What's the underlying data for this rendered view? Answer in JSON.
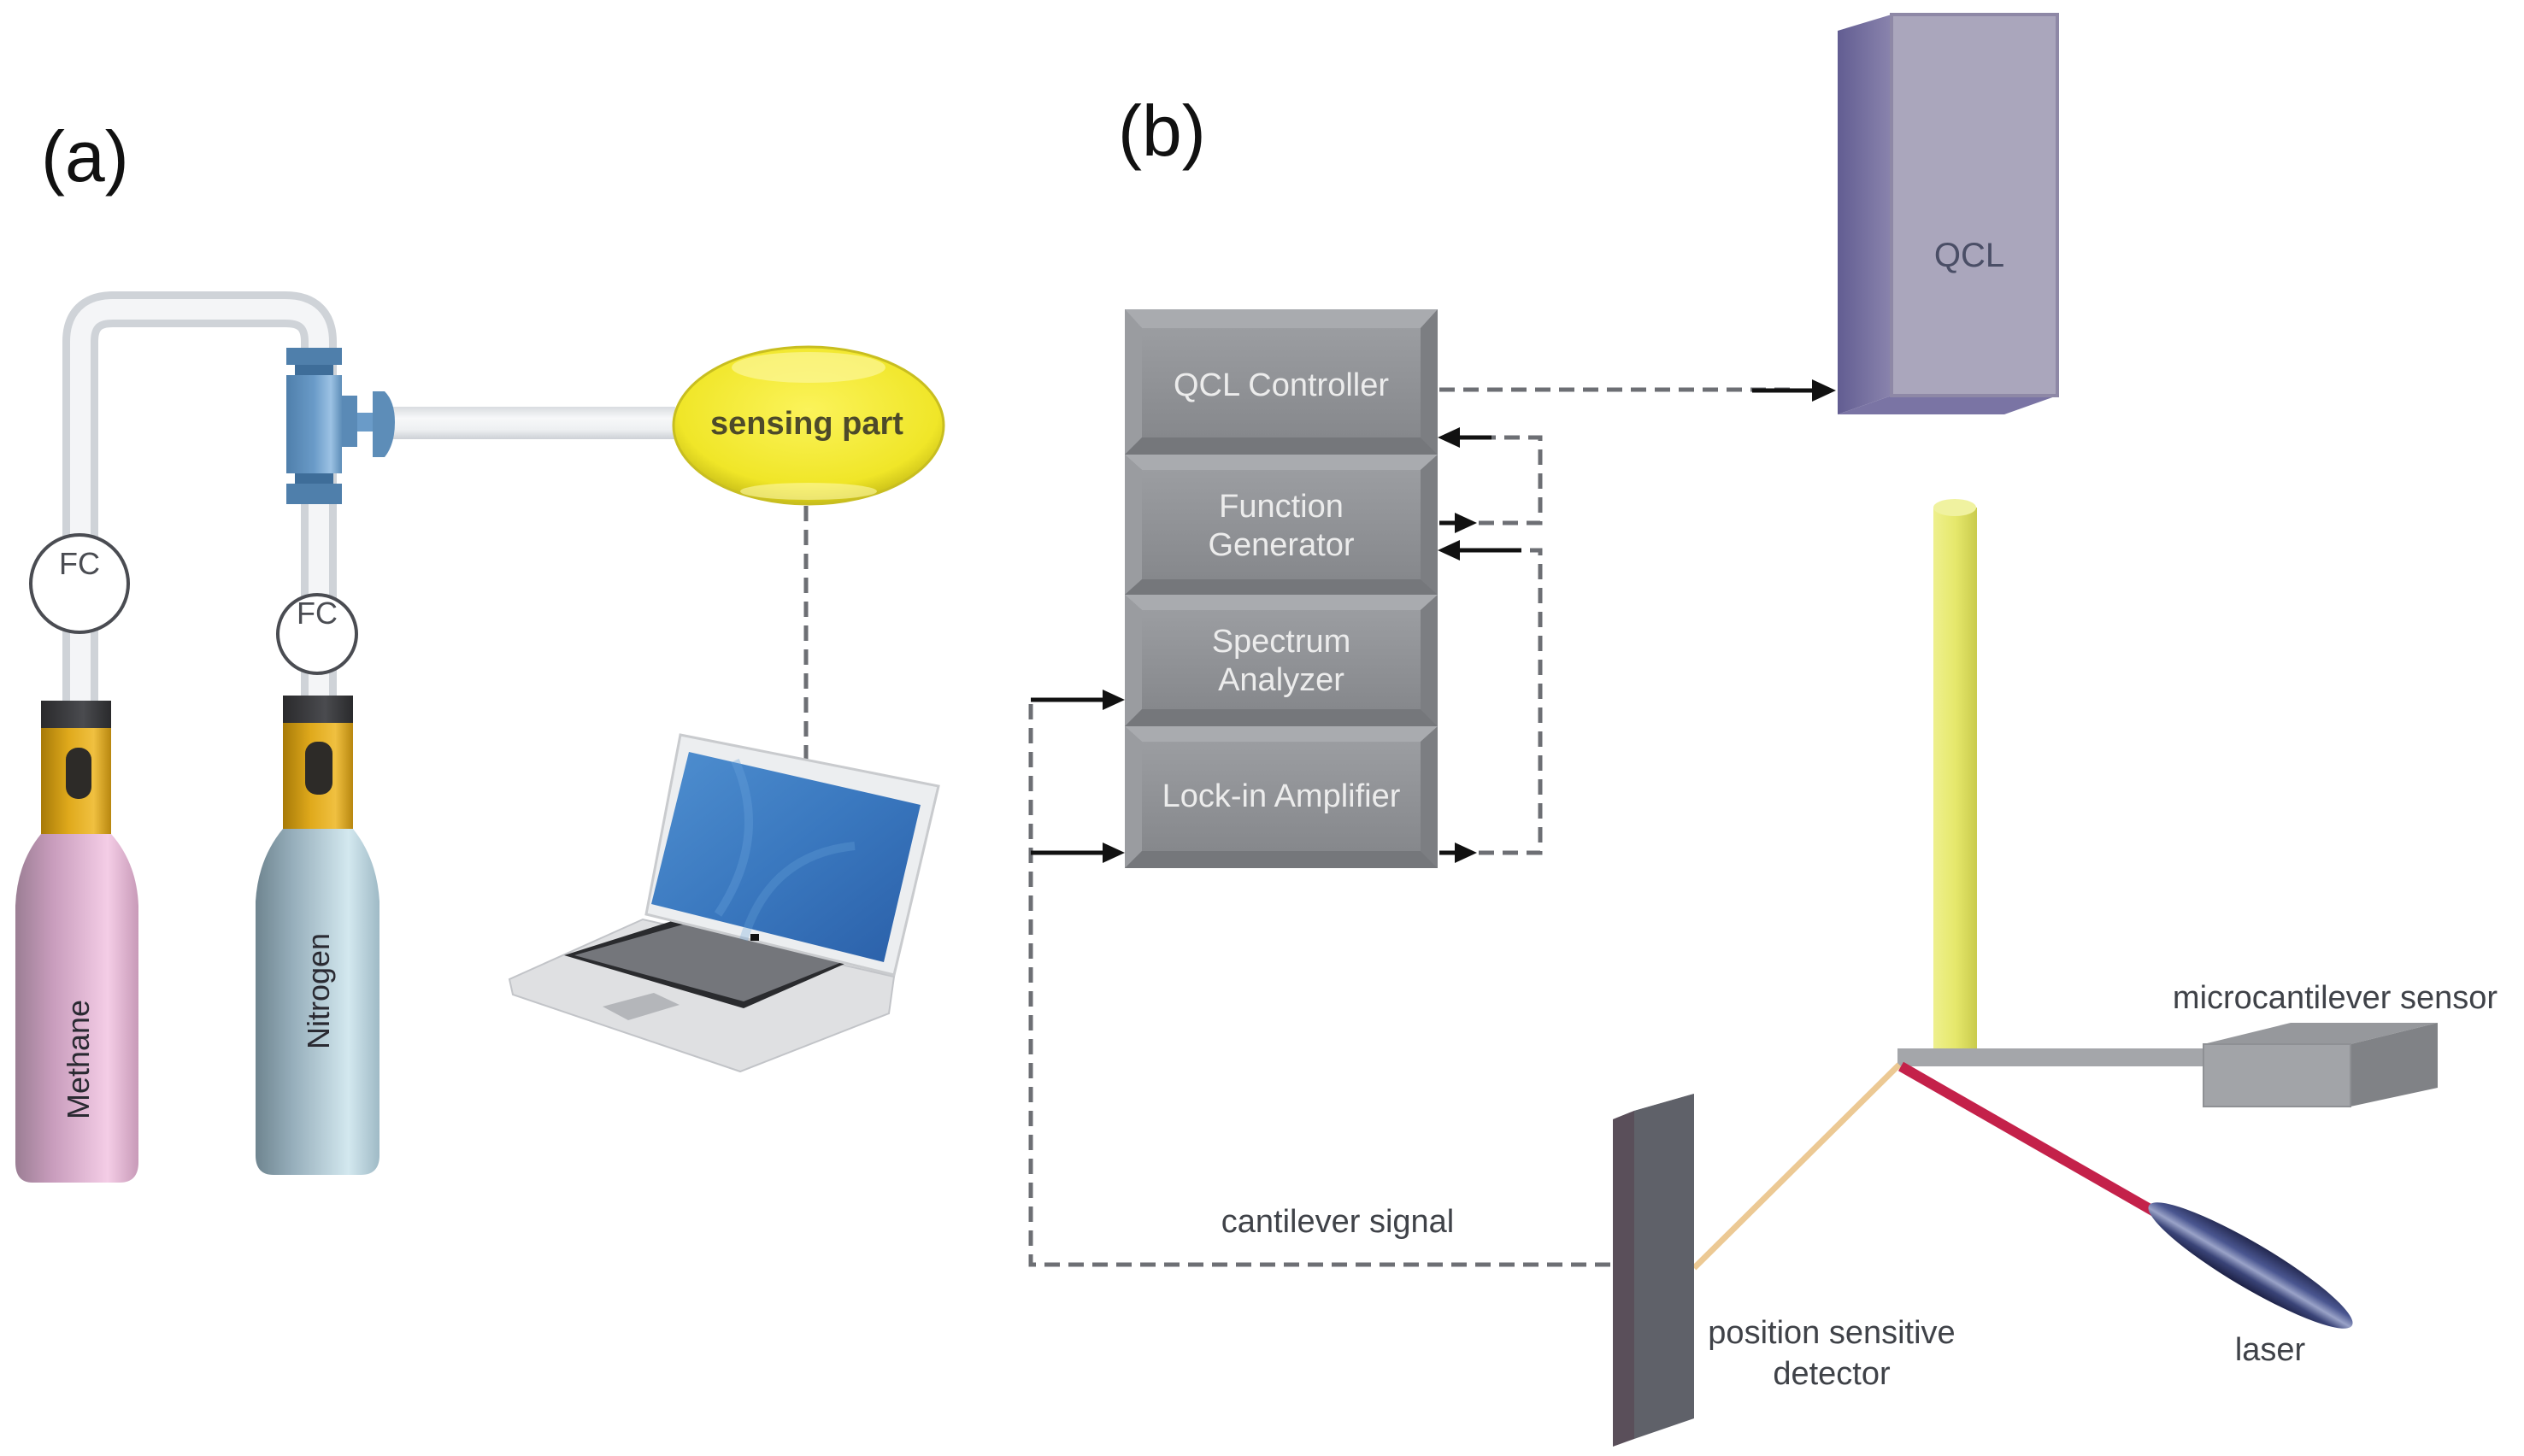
{
  "figure": {
    "panels": [
      {
        "id": "a",
        "label": "(a)"
      },
      {
        "id": "b",
        "label": "(b)"
      }
    ]
  },
  "panel_a": {
    "cylinders": [
      {
        "label": "Methane",
        "body_color": "#e3b3d1"
      },
      {
        "label": "Nitrogen",
        "body_color": "#a9c7d2"
      }
    ],
    "flow_controllers": [
      {
        "label": "FC"
      },
      {
        "label": "FC"
      }
    ],
    "sensing_part": {
      "label": "sensing part",
      "color": "#f2ea2a"
    },
    "computer": {
      "icon": "laptop-icon"
    }
  },
  "panel_b": {
    "instrument_stack": [
      {
        "label_lines": [
          "QCL Controller"
        ]
      },
      {
        "label_lines": [
          "Function",
          "Generator"
        ]
      },
      {
        "label_lines": [
          "Spectrum",
          "Analyzer"
        ]
      },
      {
        "label_lines": [
          "Lock-in Amplifier"
        ]
      }
    ],
    "qcl": {
      "label": "QCL",
      "color": "#aaa6bc"
    },
    "labels": {
      "microcantilever": "microcantilever sensor",
      "laser": "laser",
      "detector_line1": "position sensitive",
      "detector_line2": "detector",
      "cantilever_signal": "cantilever signal"
    },
    "beam_colors": {
      "qcl_beam": "#e4e56a",
      "laser_beam": "#c4214a",
      "reflected_beam": "#ecc994"
    }
  }
}
